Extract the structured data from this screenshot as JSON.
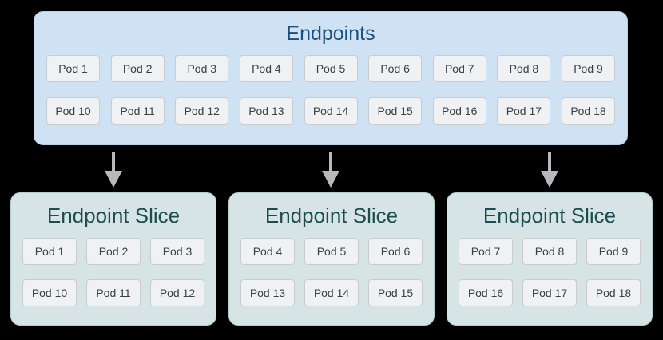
{
  "colors": {
    "canvas_bg": "#000000",
    "endpoints_fill": "#cfe2f4",
    "endpoints_border": "#b7d0ea",
    "endpoints_title": "#1d4e79",
    "slice_fill": "#d6e4e5",
    "slice_border": "#b3cccd",
    "slice_title": "#1d4d50",
    "pod_fill": "#f0f1f2",
    "pod_border": "#c8ccce",
    "pod_text": "#3c4043",
    "arrow": "#b7b9bb"
  },
  "endpoints": {
    "title": "Endpoints",
    "pods_row1": [
      "Pod 1",
      "Pod 2",
      "Pod 3",
      "Pod 4",
      "Pod 5",
      "Pod 6",
      "Pod 7",
      "Pod 8",
      "Pod 9"
    ],
    "pods_row2": [
      "Pod 10",
      "Pod 11",
      "Pod 12",
      "Pod 13",
      "Pod 14",
      "Pod 15",
      "Pod 16",
      "Pod 17",
      "Pod 18"
    ]
  },
  "slices": [
    {
      "title": "Endpoint Slice",
      "pods_row1": [
        "Pod 1",
        "Pod 2",
        "Pod 3"
      ],
      "pods_row2": [
        "Pod 10",
        "Pod 11",
        "Pod 12"
      ]
    },
    {
      "title": "Endpoint Slice",
      "pods_row1": [
        "Pod 4",
        "Pod 5",
        "Pod 6"
      ],
      "pods_row2": [
        "Pod 13",
        "Pod 14",
        "Pod 15"
      ]
    },
    {
      "title": "Endpoint Slice",
      "pods_row1": [
        "Pod 7",
        "Pod 8",
        "Pod 9"
      ],
      "pods_row2": [
        "Pod 16",
        "Pod 17",
        "Pod 18"
      ]
    }
  ]
}
